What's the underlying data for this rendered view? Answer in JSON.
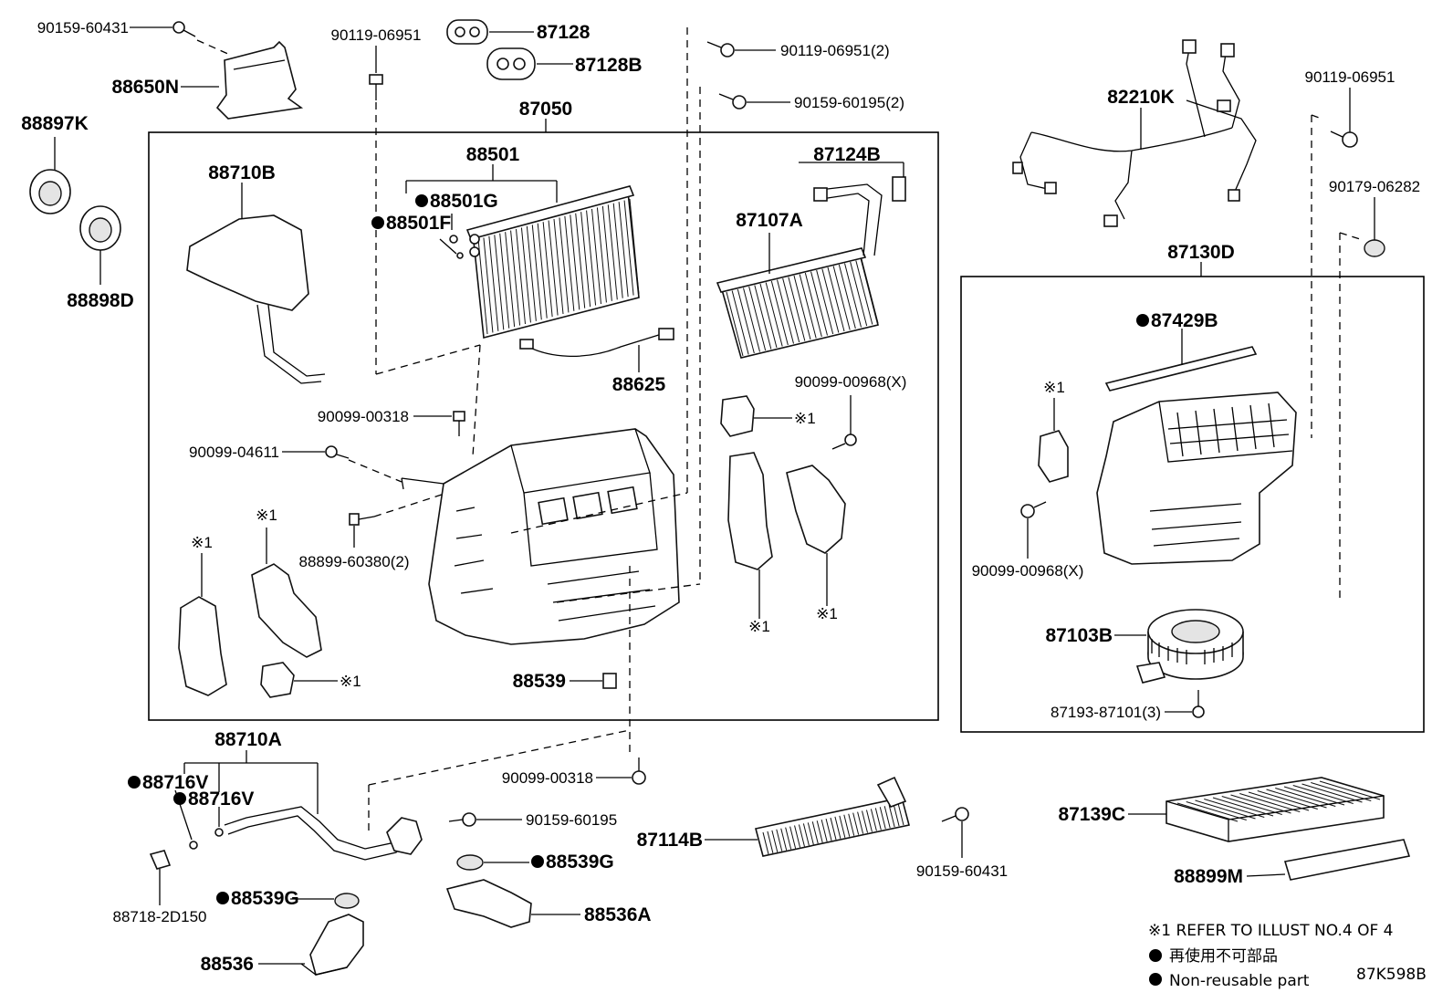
{
  "diagram_code": "87K598B",
  "assembly_box_label": "87050",
  "blower_box_label": "87130D",
  "parts": {
    "p90159_60431_top": "90159-60431",
    "p88650N": "88650N",
    "p90119_06951_a": "90119-06951",
    "p87128": "87128",
    "p87128B": "87128B",
    "p90119_06951_2": "90119-06951(2)",
    "p90159_60195_2": "90159-60195(2)",
    "p88897K": "88897K",
    "p88898D": "88898D",
    "p88710B": "88710B",
    "p88501": "88501",
    "p88501G": "88501G",
    "p88501F": "88501F",
    "p87124B": "87124B",
    "p87107A": "87107A",
    "p88625": "88625",
    "p90099_00968_x_a": "90099-00968(X)",
    "p90099_00318_a": "90099-00318",
    "p90099_04611": "90099-04611",
    "p88899_60380_2": "88899-60380(2)",
    "p88539": "88539",
    "p82210K": "82210K",
    "p90119_06951_b": "90119-06951",
    "p90179_06282": "90179-06282",
    "p87429B": "87429B",
    "p90099_00968_x_b": "90099-00968(X)",
    "p87103B": "87103B",
    "p87193_87101_3": "87193-87101(3)",
    "p88710A": "88710A",
    "p88716V_a": "88716V",
    "p88716V_b": "88716V",
    "p88718_2D150": "88718-2D150",
    "p88539G_a": "88539G",
    "p88536": "88536",
    "p90099_00318_b": "90099-00318",
    "p90159_60195": "90159-60195",
    "p88539G_b": "88539G",
    "p88536A": "88536A",
    "p87114B": "87114B",
    "p90159_60431_bottom": "90159-60431",
    "p87139C": "87139C",
    "p88899M": "88899M"
  },
  "ref_mark": "※1",
  "legend": {
    "refer_note": "※1 REFER TO ILLUST NO.4 OF 4",
    "non_reusable_jp": "再使用不可部品",
    "non_reusable_en": "Non-reusable part"
  }
}
